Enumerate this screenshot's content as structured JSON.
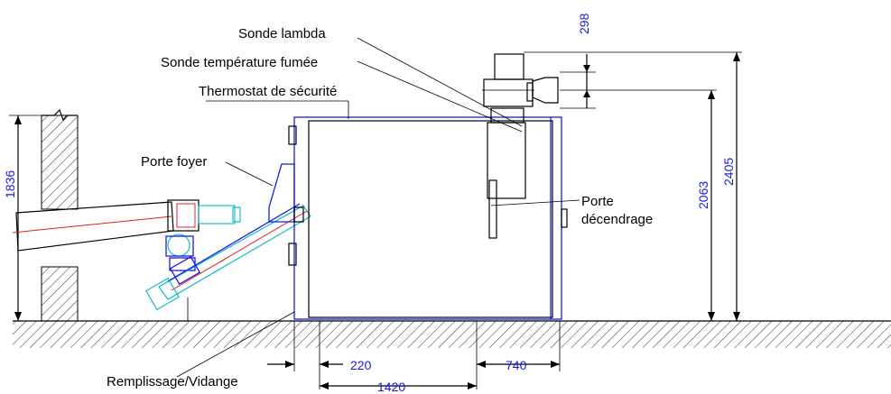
{
  "labels": {
    "sonde_lambda": "Sonde lambda",
    "sonde_temperature": "Sonde température fumée",
    "thermostat": "Thermostat de sécurité",
    "porte_foyer": "Porte foyer",
    "porte_decendrage_1": "Porte",
    "porte_decendrage_2": "décendrage",
    "remplissage": "Remplissage/Vidange"
  },
  "dimensions": {
    "d298": "298",
    "d1836": "1836",
    "d2063": "2063",
    "d2405": "2405",
    "d220": "220",
    "d740": "740",
    "d1420": "1420"
  }
}
